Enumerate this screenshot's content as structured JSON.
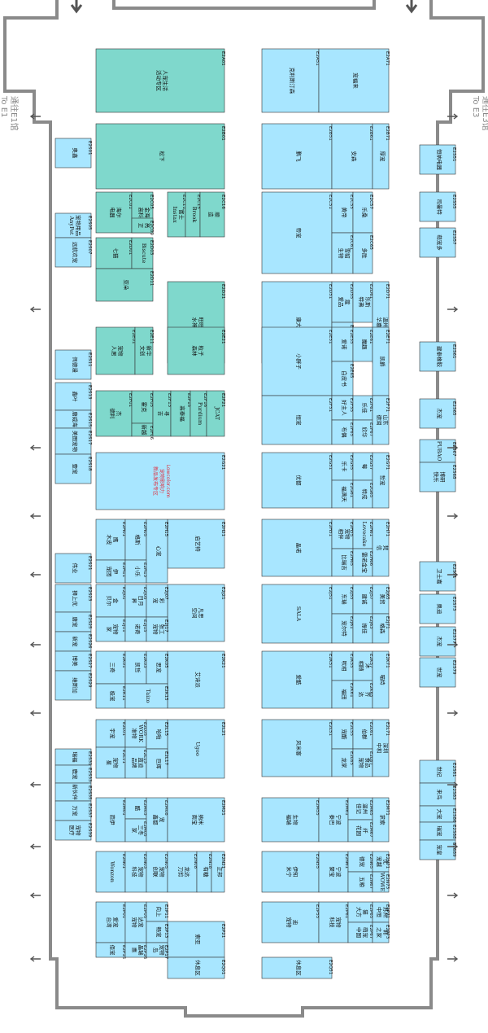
{
  "exits": {
    "e1": {
      "cn": "通往E1馆",
      "en": "To E1"
    },
    "e3": {
      "cn": "通往E3馆",
      "en": "To E3"
    }
  },
  "colors": {
    "booth": "#a8e6ff",
    "booth_dark": "#7fd8cc",
    "wall": "#8a8a8a",
    "highlight": "#e03040"
  },
  "big_booths": [
    {
      "code": "E2A01",
      "name": "人宠生活 活动专区"
    },
    {
      "code": "E2A51",
      "name": "克利斯汀森"
    },
    {
      "code": "E2A71",
      "name": "宠福来"
    },
    {
      "code": "E2B01",
      "name": "松下"
    },
    {
      "code": "E2B51",
      "name": "鹏飞"
    },
    {
      "code": "E2B61",
      "name": "安森"
    },
    {
      "code": "E2B71",
      "name": "厚宠"
    },
    {
      "code": "E2C51",
      "name": "帝宠"
    },
    {
      "code": "E2D21",
      "name": "旺旺 水神"
    },
    {
      "code": "E2D51",
      "name": "康大"
    },
    {
      "code": "E2E21",
      "name": "粒子 森林"
    },
    {
      "code": "E2E51",
      "name": "小胖子"
    },
    {
      "code": "E2F51",
      "name": "恒宠"
    },
    {
      "code": "E2G21",
      "name": "Lowcolor.com 宠物影响力 新品发布专区"
    },
    {
      "code": "E2G51",
      "name": "优都"
    },
    {
      "code": "E2H21",
      "name": "启艺特"
    },
    {
      "code": "E2H51",
      "name": "晶诺"
    },
    {
      "code": "E2J21",
      "name": "凡思 空间"
    },
    {
      "code": "E2J51",
      "name": "SALA"
    },
    {
      "code": "E2K21",
      "name": "艾诗派"
    },
    {
      "code": "E2K51",
      "name": "爱酷"
    },
    {
      "code": "E2L21",
      "name": "Ugoo"
    },
    {
      "code": "E2L51",
      "name": "风米客"
    },
    {
      "code": "E2P21",
      "name": "索亚"
    },
    {
      "code": "E2Q01",
      "name": "休息区"
    },
    {
      "code": "E2Q51",
      "name": "休息区"
    }
  ],
  "booths": [
    {
      "code": "E2S01",
      "name": "奥鑫"
    },
    {
      "code": "E2S05",
      "name": "宠物用品 AnyPet"
    },
    {
      "code": "E2S07",
      "name": "远航欢宠"
    },
    {
      "code": "E2S51",
      "name": "恒纳电器"
    },
    {
      "code": "E2S55",
      "name": "司曼特"
    },
    {
      "code": "E2S57",
      "name": "萌宠多"
    },
    {
      "code": "E2S11",
      "name": "佩德漫"
    },
    {
      "code": "E2S13",
      "name": "鑫叶"
    },
    {
      "code": "E2S15",
      "name": "唐威海"
    },
    {
      "code": "E2S17",
      "name": "美图宠物"
    },
    {
      "code": "E2S18",
      "name": "壹宠"
    },
    {
      "code": "E2S61",
      "name": "建泰橡胶"
    },
    {
      "code": "E2S65",
      "name": "杰宠"
    },
    {
      "code": "E2S67",
      "name": "PUBAO"
    },
    {
      "code": "E2S68",
      "name": "博研 快乐"
    },
    {
      "code": "E2S21",
      "name": "伟业"
    },
    {
      "code": "E2S23",
      "name": "狮上优"
    },
    {
      "code": "E2S25",
      "name": "唐宠"
    },
    {
      "code": "E2S26",
      "name": "新宠"
    },
    {
      "code": "E2S27",
      "name": "博美"
    },
    {
      "code": "E2S29",
      "name": "维斯加"
    },
    {
      "code": "E2S71",
      "name": "卫士嘉"
    },
    {
      "code": "E2S73",
      "name": "奥迪"
    },
    {
      "code": "E2S77",
      "name": "杰宠"
    },
    {
      "code": "E2S79",
      "name": "世宠"
    },
    {
      "code": "E2S31",
      "name": "瑞福"
    },
    {
      "code": "E2S33",
      "name": "鹿宠"
    },
    {
      "code": "E2S35",
      "name": "新伙伴"
    },
    {
      "code": "E2S37",
      "name": "万宠"
    },
    {
      "code": "E2S39",
      "name": "宠物 医疗"
    },
    {
      "code": "E2S81",
      "name": "世纪"
    },
    {
      "code": "E2S83",
      "name": "来鸟"
    },
    {
      "code": "E2S86",
      "name": "大宠"
    },
    {
      "code": "E2S88",
      "name": "瑞宠"
    },
    {
      "code": "E2S89",
      "name": "宠皇"
    },
    {
      "code": "E2C01",
      "name": "海尔 电器"
    },
    {
      "code": "E2C05",
      "name": "金海 高科"
    },
    {
      "code": "E2C09",
      "name": "亮 正"
    },
    {
      "code": "E2C11",
      "name": "富士 Instax"
    },
    {
      "code": "E2C15",
      "name": "Brook"
    },
    {
      "code": "E2C16",
      "name": "顺 造"
    },
    {
      "code": "E2C61",
      "name": "雪貂 生物"
    },
    {
      "code": "E2C65",
      "name": "多胜"
    },
    {
      "code": "E2C55",
      "name": "黄帝"
    },
    {
      "code": "E2C57",
      "name": "乐桑"
    },
    {
      "code": "E2D01",
      "name": "七猫"
    },
    {
      "code": "E2D03",
      "name": "Biscute"
    },
    {
      "code": "E2D11",
      "name": "亚朵"
    },
    {
      "code": "E2D55",
      "name": "蔻 爱品"
    },
    {
      "code": "E2D61",
      "name": "乐斯 特弗"
    },
    {
      "code": "E2D65",
      "name": "HiamFuss"
    },
    {
      "code": "E2D71",
      "name": "温州 华嘉"
    },
    {
      "code": "E2E01",
      "name": "宠物 人居"
    },
    {
      "code": "E2E11",
      "name": "新华 文创"
    },
    {
      "code": "E2E55",
      "name": "爱诺"
    },
    {
      "code": "E2E61",
      "name": "魔趣"
    },
    {
      "code": "E2E65",
      "name": "白皮书"
    },
    {
      "code": "E2E71",
      "name": "凯爵"
    },
    {
      "code": "E2F01",
      "name": "杰 德利"
    },
    {
      "code": "E2F05",
      "name": "霍克"
    },
    {
      "code": "E2F06",
      "name": "新越"
    },
    {
      "code": "E2F13",
      "name": "寻 吉"
    },
    {
      "code": "E2F15",
      "name": "高泰福"
    },
    {
      "code": "E2F16",
      "name": "Purdium"
    },
    {
      "code": "E2F21",
      "name": "JCAT"
    },
    {
      "code": "E2F55",
      "name": "好主人"
    },
    {
      "code": "E2F61",
      "name": "乐佳"
    },
    {
      "code": "E2F65",
      "name": "布偶"
    },
    {
      "code": "E2F67",
      "name": "欣华"
    },
    {
      "code": "E2F71",
      "name": "山东 德润"
    },
    {
      "code": "E2G55",
      "name": "乐卡"
    },
    {
      "code": "E2G57",
      "name": "莓"
    },
    {
      "code": "E2G61",
      "name": "福满天"
    },
    {
      "code": "E2G65",
      "name": "特成"
    },
    {
      "code": "E2G71",
      "name": "哲宠"
    },
    {
      "code": "E2H01",
      "name": "鹰 木皮"
    },
    {
      "code": "E2H05",
      "name": "格斯"
    },
    {
      "code": "E2H11",
      "name": "伊 宠团"
    },
    {
      "code": "E2H13",
      "name": "小乐"
    },
    {
      "code": "E2H15",
      "name": "心宠"
    },
    {
      "code": "E2H55",
      "name": "宠物 相伴"
    },
    {
      "code": "E2H61",
      "name": "Lovecake"
    },
    {
      "code": "E2H65",
      "name": "比瑞吉"
    },
    {
      "code": "E2H66",
      "name": "雷诺金宝"
    },
    {
      "code": "E2H71",
      "name": "梵 信"
    },
    {
      "code": "E2J01",
      "name": "金 贝尔"
    },
    {
      "code": "E2J05",
      "name": "日月 昇"
    },
    {
      "code": "E2J07",
      "name": "彩 宠"
    },
    {
      "code": "E2J11",
      "name": "宠物 家"
    },
    {
      "code": "E2J15",
      "name": "诺奇"
    },
    {
      "code": "E2J17",
      "name": "张工 宠物"
    },
    {
      "code": "E2J55",
      "name": "东瑞"
    },
    {
      "code": "E2J57",
      "name": "建诚"
    },
    {
      "code": "E2J61",
      "name": "宠尔特"
    },
    {
      "code": "E2J63",
      "name": "振佳"
    },
    {
      "code": "E2J65",
      "name": "美贸"
    },
    {
      "code": "E2J71",
      "name": "格森"
    },
    {
      "code": "E2K01",
      "name": "三奇"
    },
    {
      "code": "E2K03",
      "name": "凯哲"
    },
    {
      "code": "E2K05",
      "name": "思宠"
    },
    {
      "code": "E2K11",
      "name": "极宠"
    },
    {
      "code": "E2K15",
      "name": "Taizo"
    },
    {
      "code": "E2K55",
      "name": "吠相"
    },
    {
      "code": "E2K57",
      "name": "沐 相随"
    },
    {
      "code": "E2K61",
      "name": "福田"
    },
    {
      "code": "E2K65",
      "name": "齐 达"
    },
    {
      "code": "E2K71",
      "name": "喵特"
    },
    {
      "code": "E2L01",
      "name": "宇宠"
    },
    {
      "code": "E2L05",
      "name": "WORK 准物"
    },
    {
      "code": "E2L11",
      "name": "宠物 星"
    },
    {
      "code": "E2L13",
      "name": "蓝迪 品牌"
    },
    {
      "code": "E2L15",
      "name": "哈啦"
    },
    {
      "code": "E2L17",
      "name": "巨辉"
    },
    {
      "code": "E2L55",
      "name": "宠酷"
    },
    {
      "code": "E2L61",
      "name": "伯群"
    },
    {
      "code": "E2L65",
      "name": "龙家"
    },
    {
      "code": "E2L67",
      "name": "食品 宠物"
    },
    {
      "code": "E2L71",
      "name": "深圳 中和"
    },
    {
      "code": "E2M01",
      "name": "芭伊"
    },
    {
      "code": "E2M03",
      "name": "酷"
    },
    {
      "code": "E2M05",
      "name": "三冬 家"
    },
    {
      "code": "E2M08",
      "name": "宠 鑫都"
    },
    {
      "code": "E2M21",
      "name": "纳米 南宝"
    },
    {
      "code": "E2M55",
      "name": "生物 福瑞"
    },
    {
      "code": "E2M61",
      "name": "宁波 泰巴"
    },
    {
      "code": "E2M65",
      "name": "温州 佳记"
    },
    {
      "code": "E2M67",
      "name": "纤 花园"
    },
    {
      "code": "E2M71",
      "name": "求索"
    },
    {
      "code": "E2N01",
      "name": "Wonzon"
    },
    {
      "code": "E2N03",
      "name": "宠物 科技"
    },
    {
      "code": "E2N05",
      "name": "宠物 创联"
    },
    {
      "code": "E2N08",
      "name": "龙达 刀剪"
    },
    {
      "code": "E2N18",
      "name": "有糖"
    },
    {
      "code": "E2N21",
      "name": "正邦"
    },
    {
      "code": "E2N55",
      "name": "伊知 米宁"
    },
    {
      "code": "E2N61",
      "name": "宁波 聚宝"
    },
    {
      "code": "E2N65",
      "name": "德宠"
    },
    {
      "code": "E2N67",
      "name": "五粮"
    },
    {
      "code": "E2N71",
      "name": "优 宠越"
    },
    {
      "code": "E2N73",
      "name": "WOWE"
    },
    {
      "code": "E2P01",
      "name": "爱宠 台湾"
    },
    {
      "code": "E2P05",
      "name": "达宠 宠物"
    },
    {
      "code": "E2P11",
      "name": "向上"
    },
    {
      "code": "E2P13",
      "name": "畅宠"
    },
    {
      "code": "E2P15",
      "name": "佰宠"
    },
    {
      "code": "E2P16",
      "name": "晶瑞 惠"
    },
    {
      "code": "E2P17",
      "name": "宠物 岛"
    },
    {
      "code": "E2P55",
      "name": "迪 宠物"
    },
    {
      "code": "E2P61",
      "name": "宠物 科技"
    },
    {
      "code": "E2P65",
      "name": "猫 大方"
    },
    {
      "code": "E2P67",
      "name": "萌宠 中国"
    },
    {
      "code": "E2P71",
      "name": "苏州 中恒"
    },
    {
      "code": "E2P73",
      "name": "韩 之家"
    }
  ]
}
